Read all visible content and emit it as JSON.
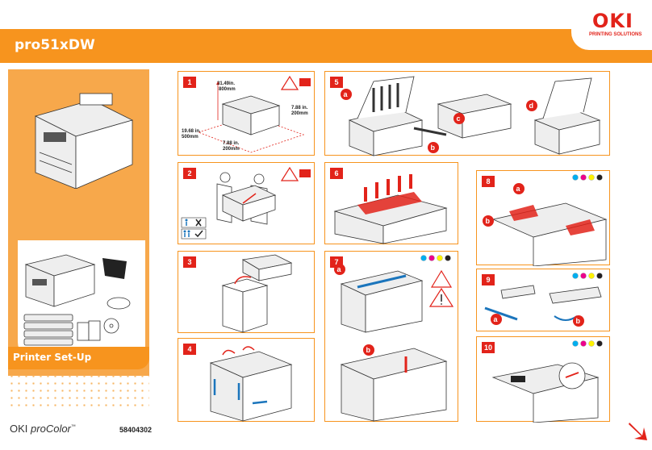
{
  "header": {
    "model": "pro51xDW",
    "brand_logo": "OKI",
    "brand_tagline": "PRINTING SOLUTIONS"
  },
  "sidebar": {
    "section_title": "Printer Set-Up",
    "brand_name": "OKI",
    "brand_product": "proColor",
    "trademark": "™",
    "part_number": "58404302"
  },
  "steps": [
    {
      "number": "1",
      "labels": [
        "31.49in.",
        "800mm",
        "7.88 in.",
        "200mm",
        "19.68 in.",
        "500mm",
        "7.88 in.",
        "200mm"
      ],
      "warning_icon": "weight-warning-icon"
    },
    {
      "number": "2",
      "warning_icon": "weight-warning-icon",
      "icons": [
        "one-person-cross-icon",
        "three-people-check-icon"
      ]
    },
    {
      "number": "3"
    },
    {
      "number": "4"
    },
    {
      "number": "5",
      "callouts": [
        "a",
        "b",
        "c",
        "d"
      ]
    },
    {
      "number": "6"
    },
    {
      "number": "7",
      "callouts": [
        "a",
        "b"
      ],
      "warning_icons": [
        "hot-surface-icon",
        "caution-icon"
      ]
    },
    {
      "number": "8",
      "callouts": [
        "a",
        "b"
      ]
    },
    {
      "number": "9",
      "callouts": [
        "a",
        "b"
      ]
    },
    {
      "number": "10"
    }
  ],
  "toner_colors": [
    "#00aeef",
    "#ec008c",
    "#fff200",
    "#231f20"
  ],
  "accent_color": "#f7941e",
  "step_badge_color": "#e2231a",
  "next_page_icon": "next-arrow-icon"
}
